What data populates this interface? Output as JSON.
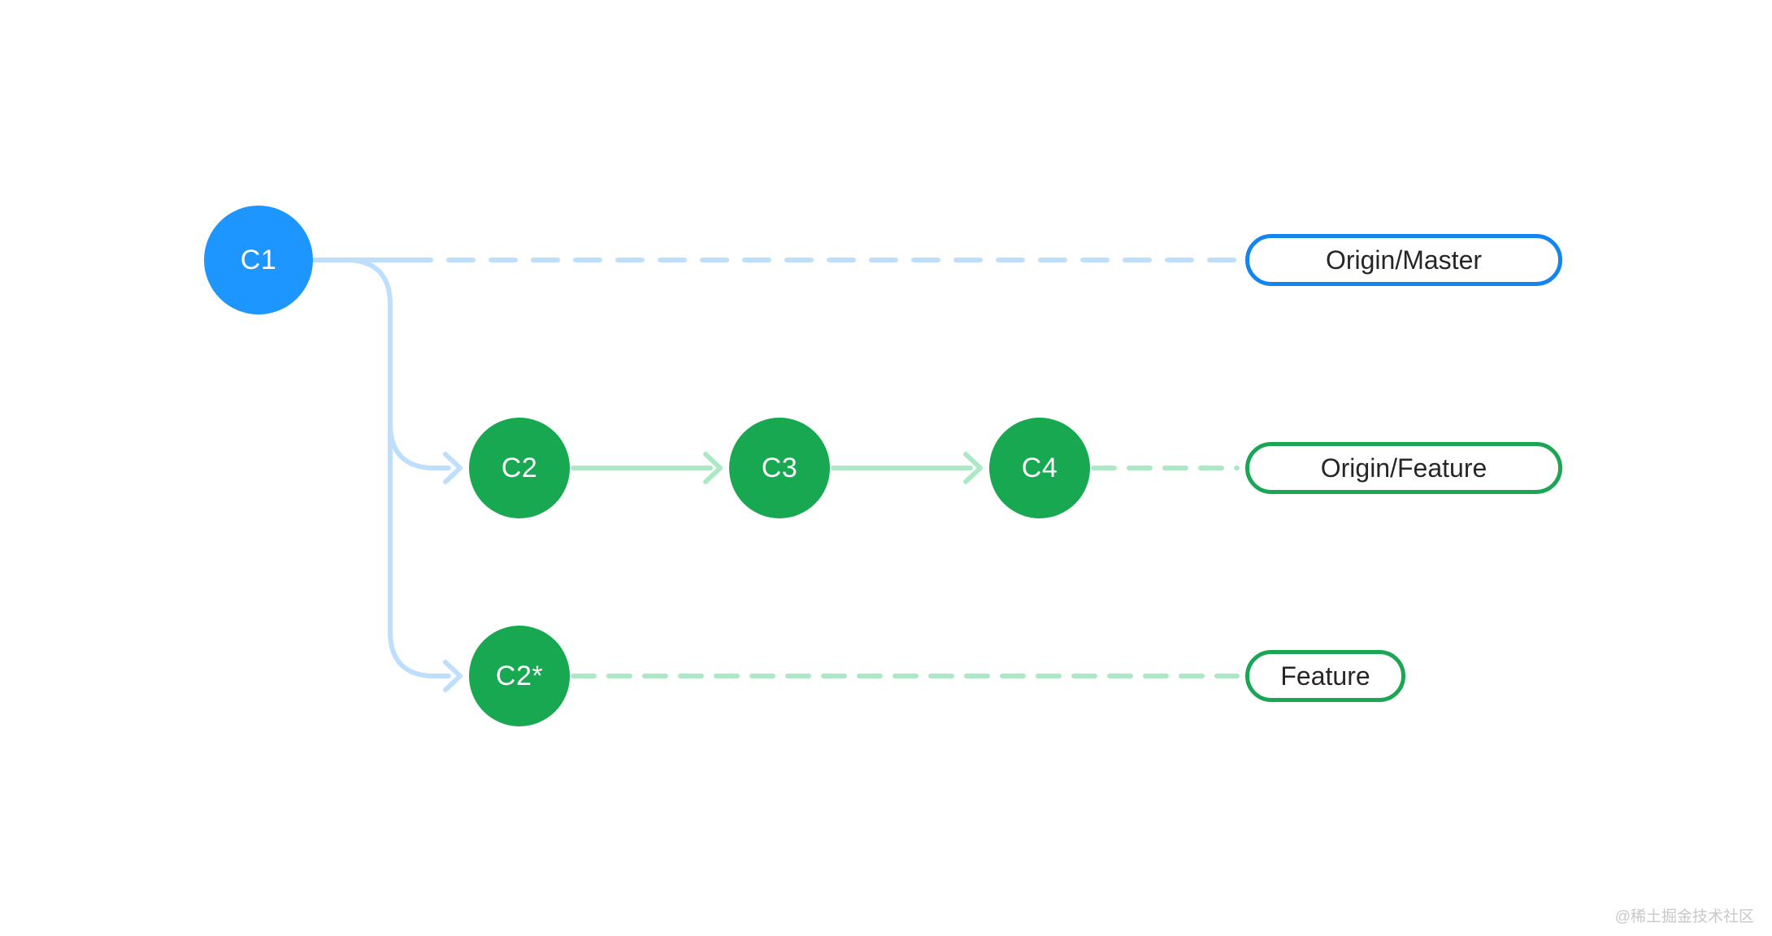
{
  "diagram": {
    "commits": [
      {
        "id": "c1",
        "label": "C1",
        "branch": "origin-master"
      },
      {
        "id": "c2",
        "label": "C2",
        "branch": "origin-feature"
      },
      {
        "id": "c3",
        "label": "C3",
        "branch": "origin-feature"
      },
      {
        "id": "c4",
        "label": "C4",
        "branch": "origin-feature"
      },
      {
        "id": "c2-star",
        "label": "C2*",
        "branch": "feature"
      }
    ],
    "branches": [
      {
        "id": "origin-master",
        "label": "Origin/Master"
      },
      {
        "id": "origin-feature",
        "label": "Origin/Feature"
      },
      {
        "id": "feature",
        "label": "Feature"
      }
    ]
  },
  "watermark": "@稀土掘金技术社区",
  "colors": {
    "commit-blue": "#1e96ff",
    "commit-green": "#18a851",
    "branch-blue-border": "#1385f0",
    "branch-green-border": "#1aa653",
    "line-blue": "#bedffc",
    "line-green": "#abe8c4",
    "label-text": "#26262a",
    "watermark": "#c8c8c8"
  }
}
